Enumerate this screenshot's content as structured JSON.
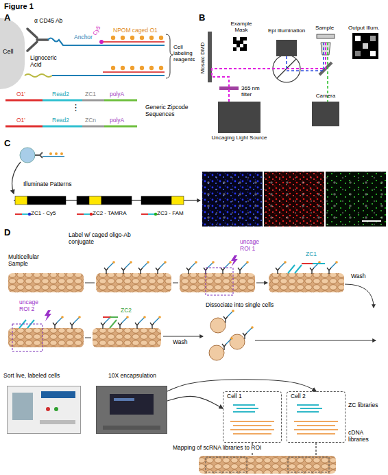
{
  "diagram": {
    "title": "Figure 1",
    "nodes": [
      {
        "text": [
          "Cell"
        ]
      },
      {
        "text": [
          "Epi Illumination"
        ]
      },
      {
        "text": [
          "Camera"
        ]
      },
      {
        "text": [
          "Uncaging Light Source"
        ]
      },
      {
        "text": [
          "Sort live, labeled cells"
        ]
      },
      {
        "text": [
          "10X encapsulation"
        ]
      },
      {
        "text": [
          "Cell 1"
        ]
      },
      {
        "text": [
          "Cell 2"
        ]
      },
      {
        "text": [
          "Mapping of scRNA libraries to ROI"
        ]
      }
    ],
    "edges": [
      {
        "from": 5,
        "to": 6,
        "arrow": "to"
      },
      {
        "from": 5,
        "to": 7,
        "arrow": "to"
      },
      {
        "from": 6,
        "to": 8,
        "arrow": "none"
      },
      {
        "from": 7,
        "to": 8,
        "arrow": "none"
      }
    ],
    "labels": [
      "A",
      "α CD45 Ab",
      "Anchor",
      "Cy5",
      "NPOM caged O1",
      "Lignoceric Acid",
      "Cell labeling reagents",
      "O1'",
      "Read2",
      "ZC1",
      "polyA",
      "⋮",
      "O1'",
      "Read2",
      "ZCn",
      "polyA",
      "Generic Zipcode Sequences",
      "B",
      "Example Mask",
      "Sample",
      "Output Illum.",
      "Mosaic DMD",
      "365 nm filter",
      "C",
      "Illuminate Patterns",
      "ZC1 - Cy5",
      "ZC2 - TAMRA",
      "ZC3 - FAM",
      "D",
      "Label w/ caged oligo-Ab conjugate",
      "Multicellular Sample",
      "uncage ROI 1",
      "ZC1",
      "Wash",
      "uncage ROI 2",
      "ZC2",
      "Dissociate into single cells",
      "Wash",
      "ZC libraries",
      "cDNA libraries"
    ]
  }
}
